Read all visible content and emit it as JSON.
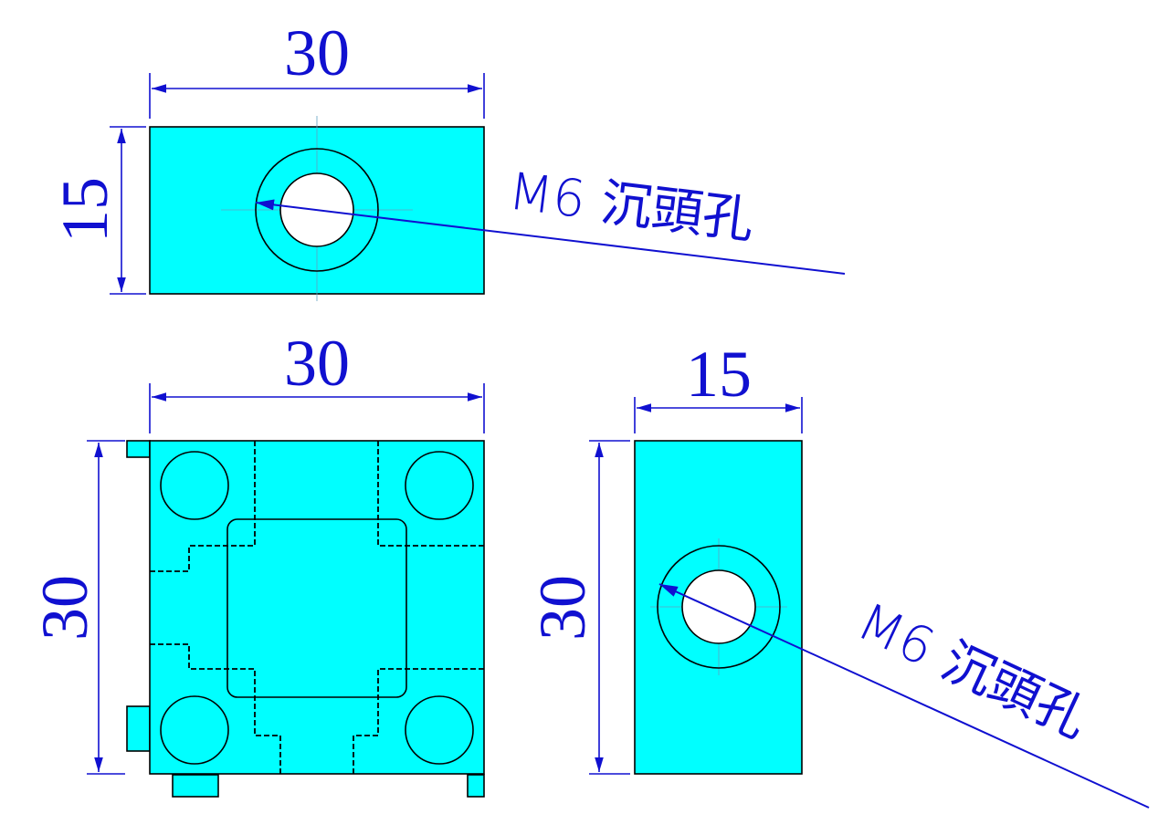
{
  "top_view": {
    "width_dim": "30",
    "height_dim": "15",
    "note": "M6 沉頭孔"
  },
  "front_view": {
    "width_dim": "30",
    "height_dim": "30"
  },
  "side_view": {
    "width_dim": "15",
    "height_dim": "30",
    "note": "M6 沉頭孔"
  },
  "colors": {
    "part_fill": "#00ffff",
    "dimension": "#1010d0",
    "outline": "#000000"
  }
}
